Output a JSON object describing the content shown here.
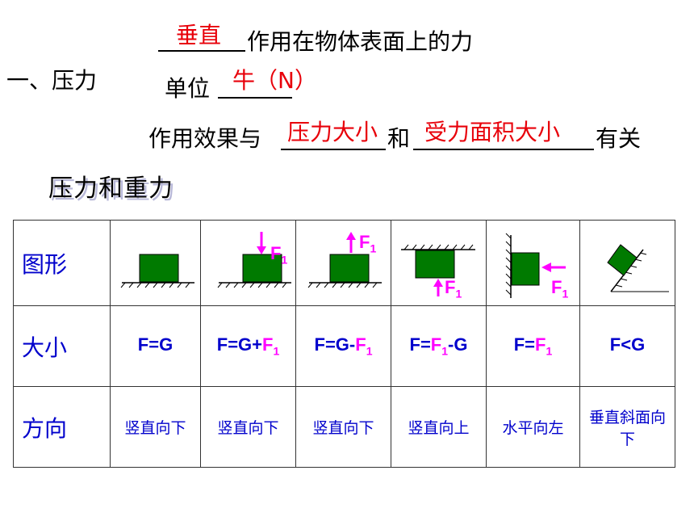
{
  "header": {
    "answer_perpendicular": "垂直",
    "definition_text": "作用在物体表面上的力",
    "section_title": "一、压力",
    "unit_label": "单位",
    "unit_answer": "牛（N）",
    "effect_prefix": "作用效果与",
    "effect_answer_1": "压力大小",
    "effect_and": "和",
    "effect_answer_2": "受力面积大小",
    "effect_suffix": "有关"
  },
  "subtitle": "压力和重力",
  "table": {
    "row_labels": [
      "图形",
      "大小",
      "方向"
    ],
    "force_label": "F",
    "force_sub": "1",
    "magnitude": [
      {
        "pre": "F=G",
        "f": "",
        "sub": "",
        "post": ""
      },
      {
        "pre": "F=G+",
        "f": "F",
        "sub": "1",
        "post": ""
      },
      {
        "pre": "F=G-",
        "f": "F",
        "sub": "1",
        "post": ""
      },
      {
        "pre": "F=",
        "f": "F",
        "sub": "1",
        "post": "-G"
      },
      {
        "pre": "F=",
        "f": "F",
        "sub": "1",
        "post": ""
      },
      {
        "pre": "F<G",
        "f": "",
        "sub": "",
        "post": ""
      }
    ],
    "direction": [
      "竖直向下",
      "竖直向下",
      "竖直向下",
      "竖直向上",
      "水平向左",
      "垂直斜面向下"
    ]
  },
  "colors": {
    "answer_red": "#e8000a",
    "table_blue": "#0000cc",
    "force_magenta": "#ff00ff",
    "block_green": "#007a00"
  }
}
